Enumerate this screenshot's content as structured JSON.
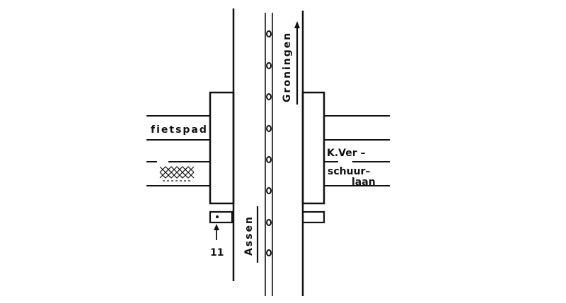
{
  "labels": {
    "fietspad": "fietspad",
    "groningen": "Groningen",
    "assen": "Assen",
    "street_line1": "K.Ver –",
    "street_line2": "schuur–",
    "street_line3": "laan",
    "point_number": "11"
  },
  "colors": {
    "ink": "#111111",
    "background": "#ffffff"
  }
}
